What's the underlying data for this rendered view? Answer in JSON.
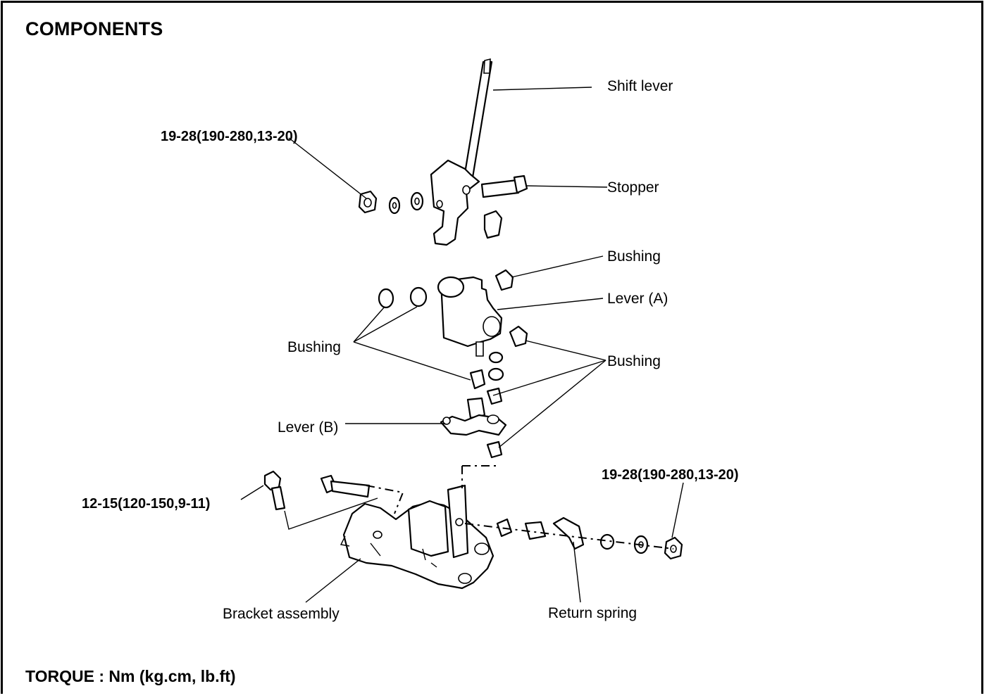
{
  "heading": "COMPONENTS",
  "footer": "TORQUE : Nm (kg.cm, lb.ft)",
  "labels": {
    "shift_lever": "Shift lever",
    "stopper": "Stopper",
    "bushing_top": "Bushing",
    "lever_a": "Lever (A)",
    "bushing_left": "Bushing",
    "bushing_right": "Bushing",
    "lever_b": "Lever (B)",
    "bracket_assembly": "Bracket assembly",
    "return_spring": "Return spring"
  },
  "torques": {
    "top_nut": "19-28(190-280,13-20)",
    "bracket_bolt": "12-15(120-150,9-11)",
    "right_nut": "19-28(190-280,13-20)"
  }
}
